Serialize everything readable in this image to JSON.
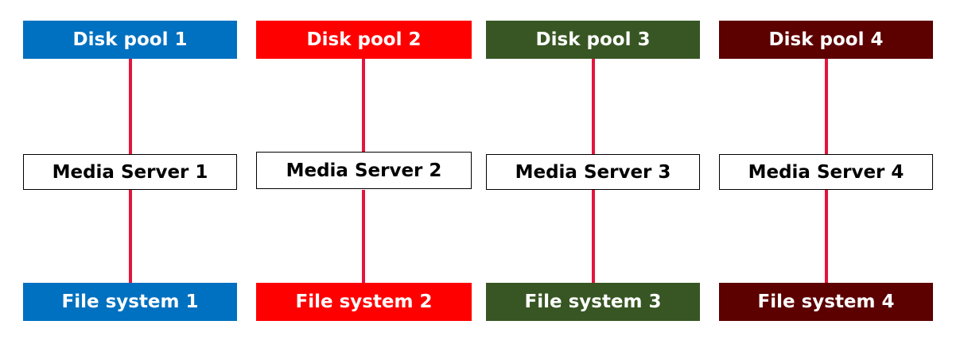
{
  "columns": [
    {
      "disk_pool": "Disk pool 1",
      "media_server": "Media Server 1",
      "file_system": "File system 1",
      "color": "#0070c0"
    },
    {
      "disk_pool": "Disk pool 2",
      "media_server": "Media Server 2",
      "file_system": "File system 2",
      "color": "#ff0000"
    },
    {
      "disk_pool": "Disk pool 3",
      "media_server": "Media Server 3",
      "file_system": "File system 3",
      "color": "#375623"
    },
    {
      "disk_pool": "Disk pool 4",
      "media_server": "Media Server 4",
      "file_system": "File system 4",
      "color": "#5c0000"
    }
  ],
  "connector_color": "#e3153d"
}
